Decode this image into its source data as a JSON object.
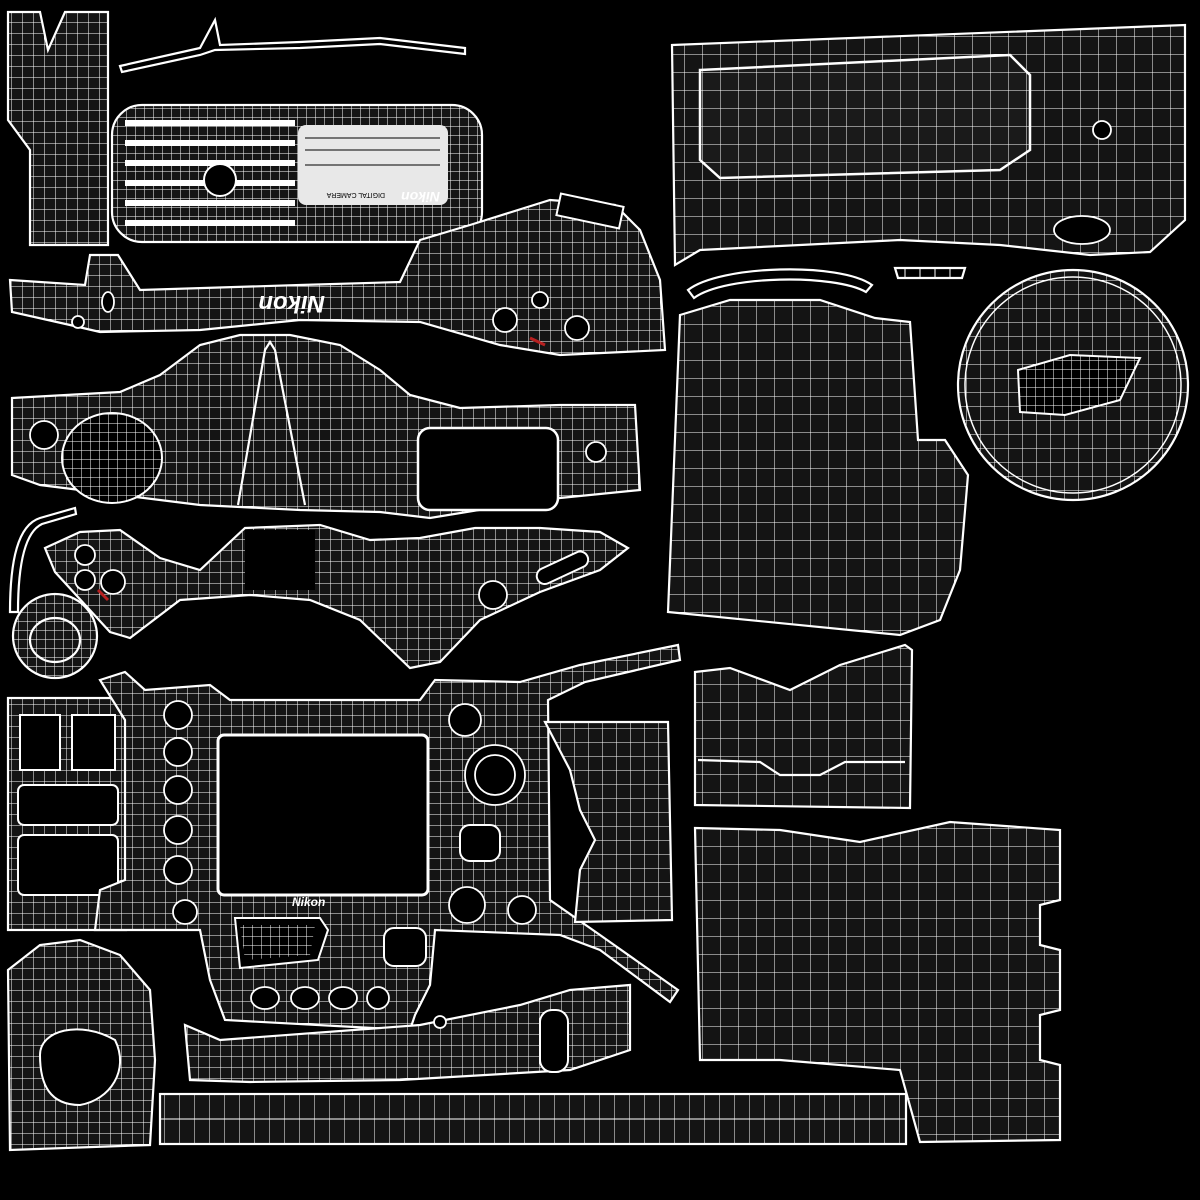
{
  "texture": {
    "background": "#000000",
    "wire_color": "#ffffff",
    "leather_color": "#1a1a1a",
    "accent_red": "#b82020",
    "accent_green": "#2aa02a"
  },
  "labels": {
    "brand_top": "Nikon",
    "brand_back": "Nikon",
    "plate_brand": "Nikon",
    "plate_text": "DIGITAL CAMERA"
  }
}
